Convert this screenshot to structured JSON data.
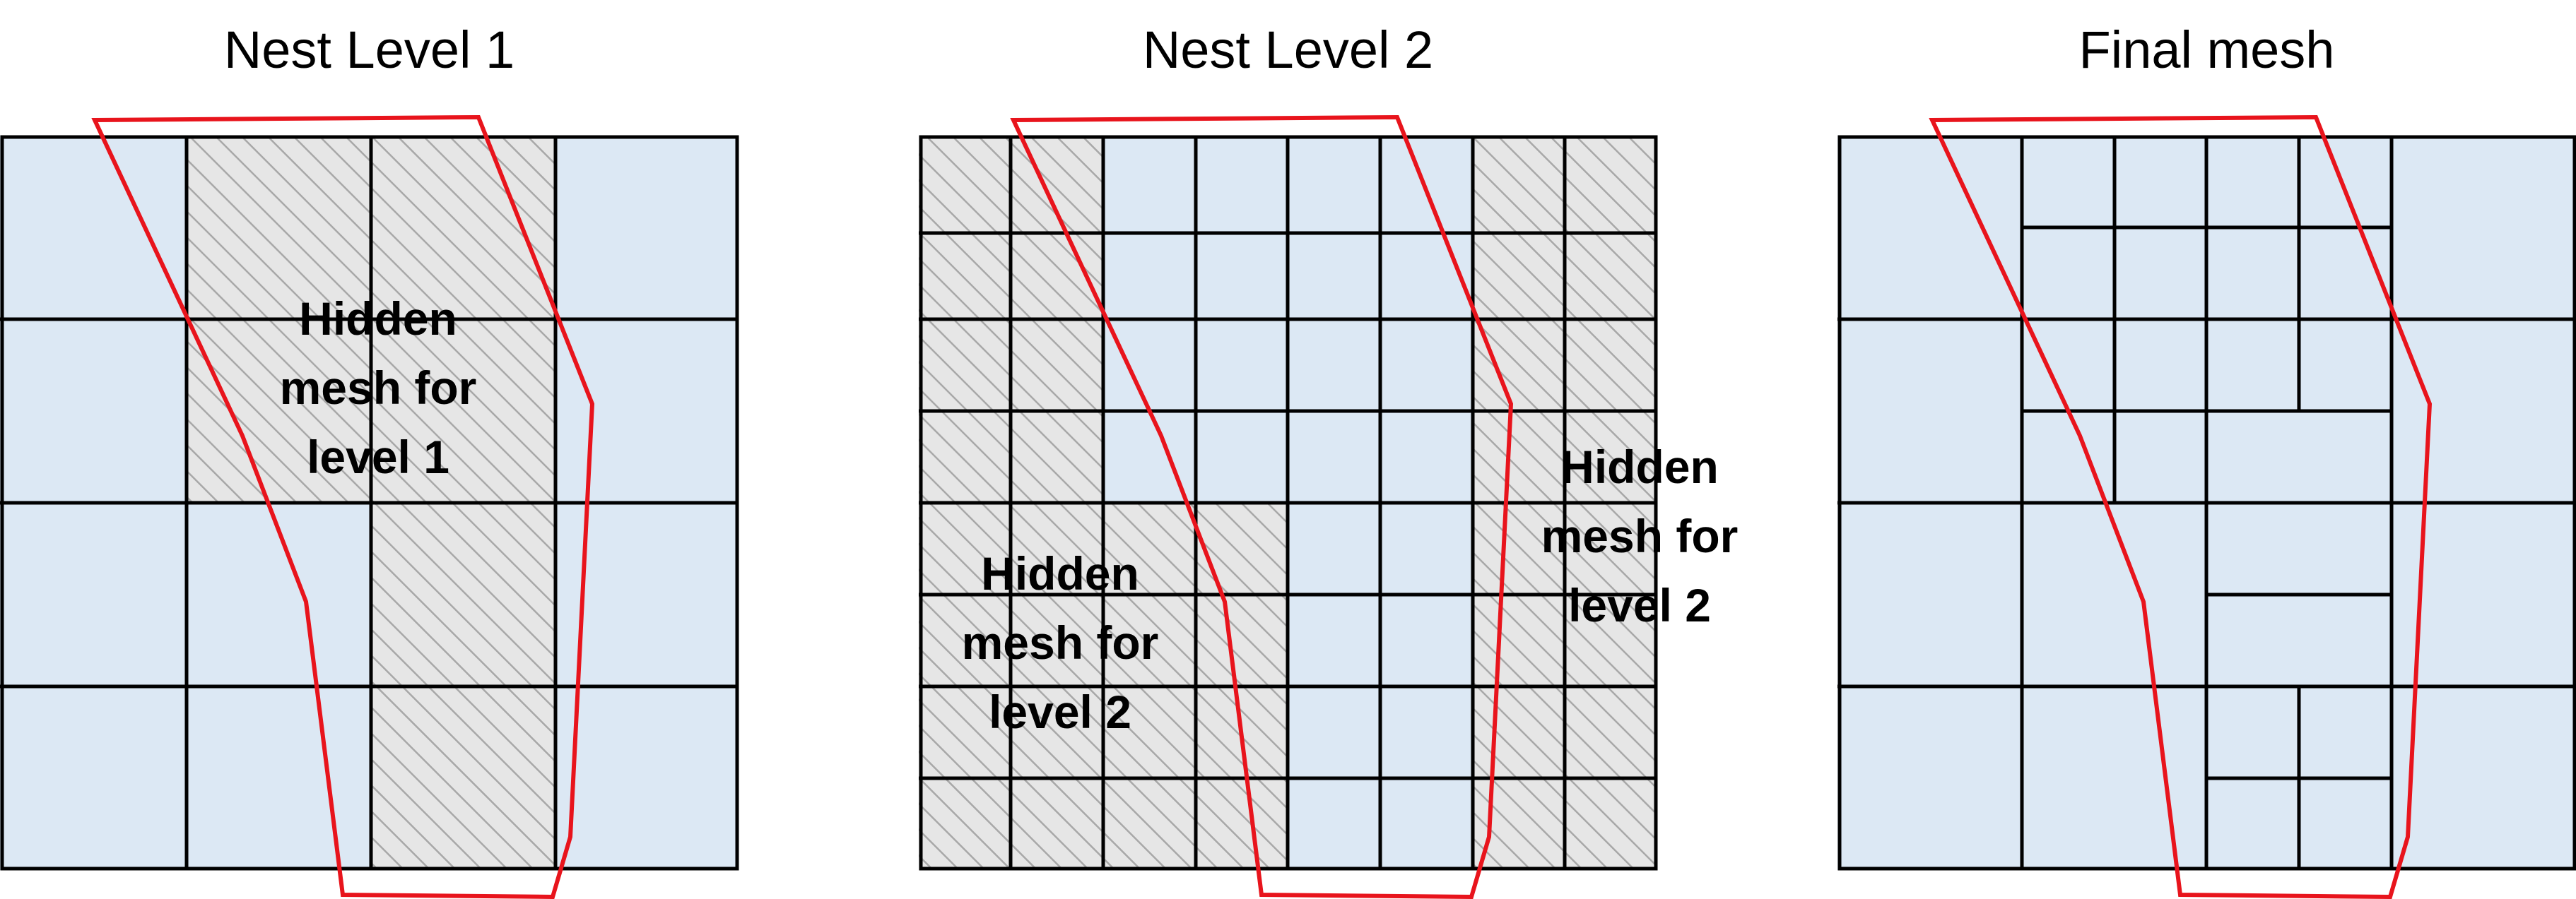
{
  "panels": [
    {
      "title": "Nest Level 1"
    },
    {
      "title": "Nest Level 2"
    },
    {
      "title": "Final mesh"
    }
  ],
  "labels": {
    "hidden_level1": "Hidden\nmesh for\nlevel 1",
    "hidden_level2_left": "Hidden\nmesh for\nlevel 2",
    "hidden_level2_right": "Hidden\nmesh for\nlevel 2"
  },
  "colors": {
    "cell_fill": "#dce8f4",
    "hidden_fill": "#e6e6e6",
    "hatch": "#a8a8a8",
    "grid_line": "#000000",
    "boundary": "#e8141c"
  }
}
